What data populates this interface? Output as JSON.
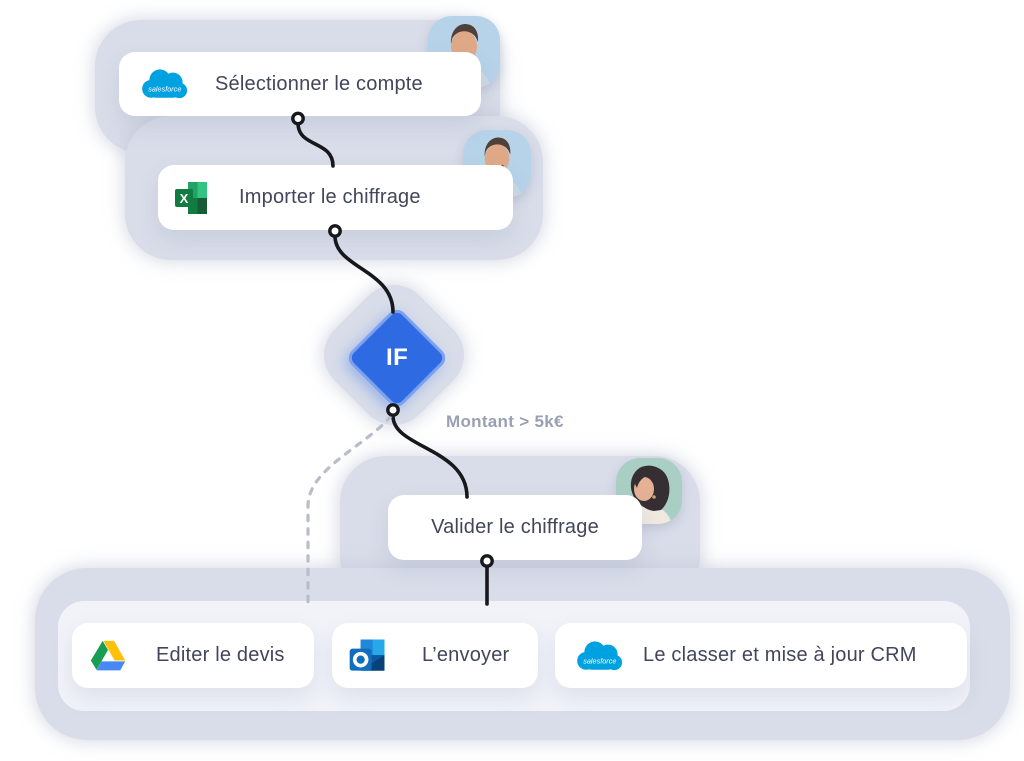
{
  "flow": {
    "step1": {
      "label": "Sélectionner le compte",
      "icon": "salesforce-icon",
      "assignee": "man-avatar"
    },
    "step2": {
      "label": "Importer le chiffrage",
      "icon": "excel-icon",
      "assignee": "man-avatar"
    },
    "gateway": {
      "label": "IF"
    },
    "condition": {
      "label": "Montant > 5k€"
    },
    "step3": {
      "label": "Valider le chiffrage",
      "assignee": "woman-avatar"
    },
    "step4": {
      "label": "Editer le devis",
      "icon": "google-drive-icon"
    },
    "step5": {
      "label": "L’envoyer",
      "icon": "outlook-icon"
    },
    "step6": {
      "label": "Le classer et mise à jour CRM",
      "icon": "salesforce-icon"
    }
  },
  "icons": {
    "salesforce_wordmark": "salesforce",
    "excel_letter": "X"
  },
  "colors": {
    "accent_blue": "#2e6be2",
    "blob_lavender": "#d9dde9",
    "panel_light": "#f1f3f9",
    "card_text": "#42465a",
    "condition_text": "#9aa0b4",
    "connector_black": "#17181c",
    "connector_dashed": "#b9bdca",
    "salesforce_blue": "#00a1e0",
    "excel_green": "#107c41",
    "outlook_blue": "#106ebe",
    "drive_green": "#189d52",
    "drive_yellow": "#ffc107",
    "drive_blue": "#4688f4",
    "avatar_bg_blue": "#b7d3e9",
    "avatar_bg_teal": "#a9cfc4"
  }
}
